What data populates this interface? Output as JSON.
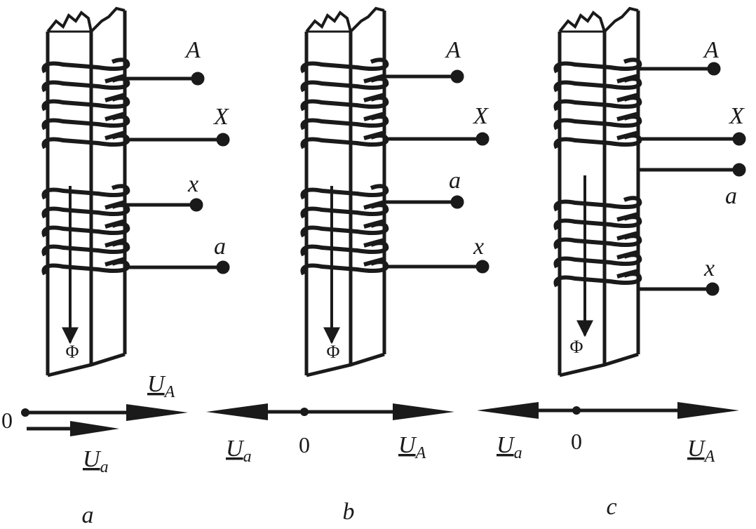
{
  "panels": [
    {
      "caption": "a",
      "flux": "Φ",
      "terminals": [
        "A",
        "X",
        "x",
        "a"
      ],
      "phasor": {
        "origin": "0",
        "U_A": "U",
        "U_A_sub": "A",
        "U_a": "U",
        "U_a_sub": "a"
      }
    },
    {
      "caption": "b",
      "flux": "Φ",
      "terminals": [
        "A",
        "X",
        "a",
        "x"
      ],
      "phasor": {
        "origin": "0",
        "U_A": "U",
        "U_A_sub": "A",
        "U_a": "U",
        "U_a_sub": "a"
      }
    },
    {
      "caption": "c",
      "flux": "Φ",
      "terminals": [
        "A",
        "X",
        "a",
        "x"
      ],
      "phasor": {
        "origin": "0",
        "U_A": "U",
        "U_A_sub": "A",
        "U_a": "U",
        "U_a_sub": "a"
      }
    }
  ]
}
